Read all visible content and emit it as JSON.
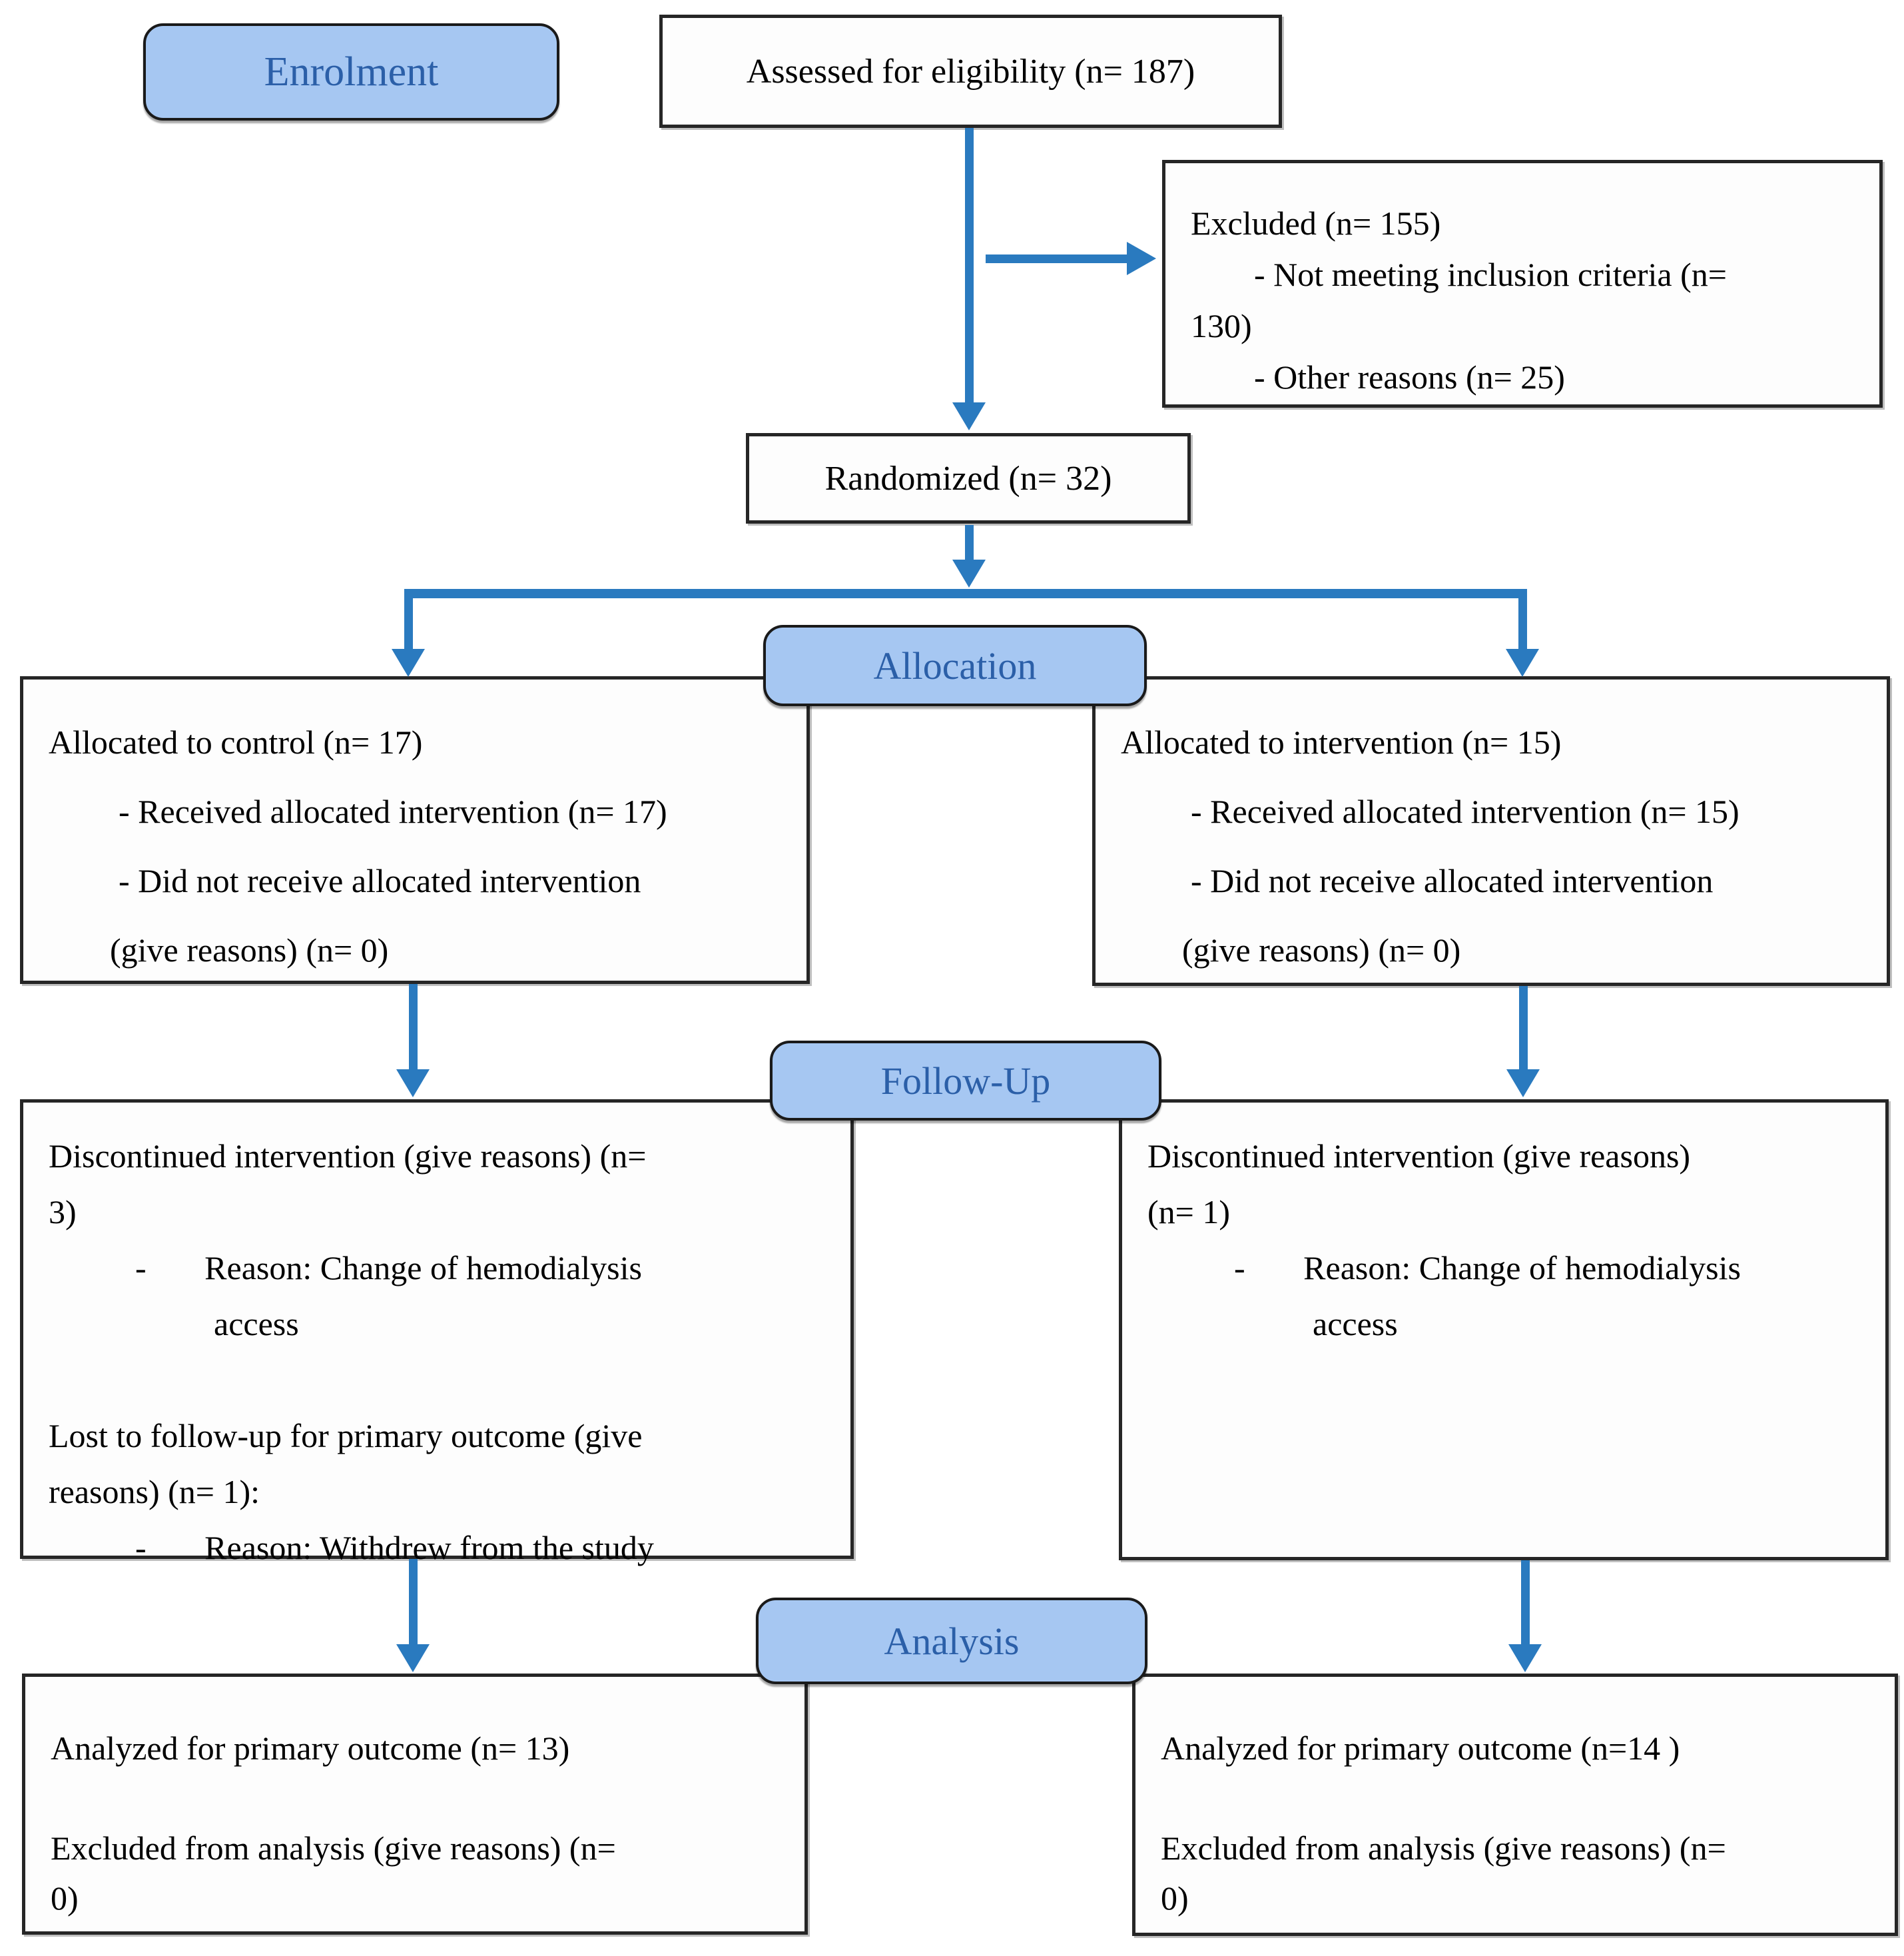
{
  "stages": {
    "enrolment": "Enrolment",
    "allocation": "Allocation",
    "follow_up": "Follow-Up",
    "analysis": "Analysis"
  },
  "colors": {
    "arrow_blue": "#2A7ABF",
    "stage_pill_fill": "#A6C7F2",
    "stage_pill_text": "#2B5FA8",
    "box_border": "#262626"
  },
  "boxes": {
    "assessed": {
      "text": "Assessed for eligibility (n= 187)"
    },
    "excluded": {
      "l1": "Excluded (n= 155)",
      "l2": "- Not meeting inclusion criteria (n=",
      "l3": "130)",
      "l4": "- Other reasons (n= 25)"
    },
    "randomized": {
      "text": "Randomized (n= 32)"
    },
    "alloc_control": {
      "l1": "Allocated to control (n= 17)",
      "l2": "- Received allocated intervention (n= 17)",
      "l3": "- Did not receive allocated intervention",
      "l4": "(give reasons) (n= 0)"
    },
    "alloc_intervention": {
      "l1": "Allocated to intervention (n= 15)",
      "l2": "- Received allocated intervention (n= 15)",
      "l3": "- Did not receive allocated intervention",
      "l4": "(give reasons) (n= 0)"
    },
    "followup_control": {
      "l1": "Discontinued intervention (give reasons) (n=",
      "l2": "3)",
      "l3": "-       Reason: Change of hemodialysis",
      "l4": "access",
      "l5": "Lost to follow-up for primary outcome (give",
      "l6": "reasons) (n= 1):",
      "l7": "-       Reason: Withdrew from the study"
    },
    "followup_intervention": {
      "l1": "Discontinued intervention (give reasons)",
      "l2": "(n= 1)",
      "l3": "-       Reason: Change of hemodialysis",
      "l4": "access"
    },
    "analysis_control": {
      "l1": "Analyzed for primary outcome (n= 13)",
      "l2": "Excluded from analysis (give reasons) (n=",
      "l3": "0)"
    },
    "analysis_intervention": {
      "l1": "Analyzed for primary outcome (n=14 )",
      "l2": "Excluded from analysis (give reasons) (n=",
      "l3": "0)"
    }
  }
}
